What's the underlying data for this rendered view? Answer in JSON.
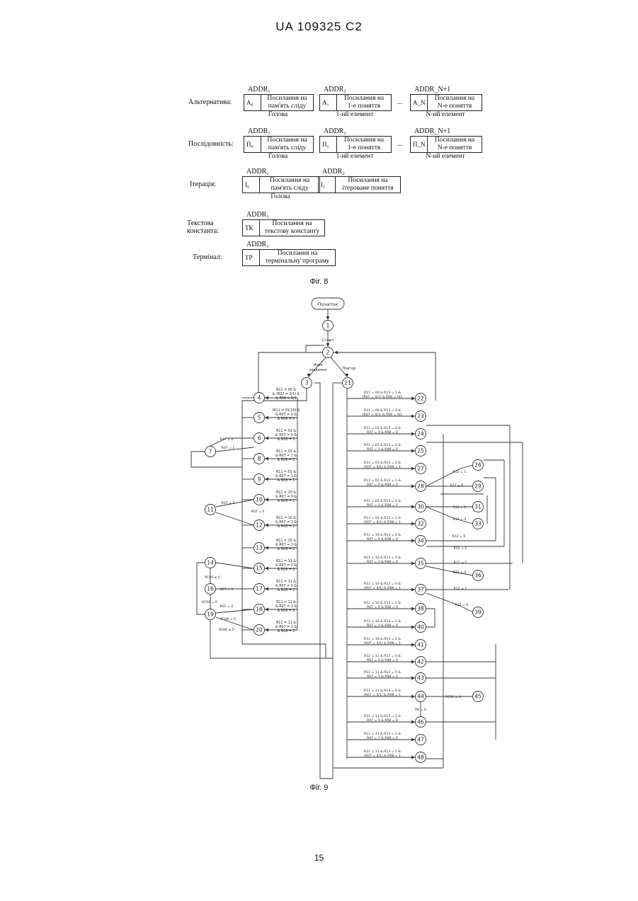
{
  "header": "UA   109325   C2",
  "fig8": {
    "caption": "Фіг. 8",
    "rows": [
      {
        "label": "Альтернатива:",
        "addrs": [
          "ADDR₁",
          "ADDR₂",
          "ADDR_N+1"
        ],
        "cells": [
          {
            "code": "A₀",
            "text1": "Посилання на",
            "text2": "пам'ять сліду",
            "under": "Голова"
          },
          {
            "code": "A₁",
            "text1": "Посилання на",
            "text2": "1-е поняття",
            "under": "1-ий елемент"
          },
          {
            "code": "A_N",
            "text1": "Посилання на",
            "text2": "N-е поняття",
            "under": "N-ий елемент"
          }
        ]
      },
      {
        "label": "Послідовність:",
        "addrs": [
          "ADDR₁",
          "ADDR₂",
          "ADDR_N+1"
        ],
        "cells": [
          {
            "code": "П₀",
            "text1": "Посилання на",
            "text2": "пам'ять сліду",
            "under": "Голова"
          },
          {
            "code": "П₁",
            "text1": "Посилання на",
            "text2": "1-е поняття",
            "under": "1-ий елемент"
          },
          {
            "code": "П_N",
            "text1": "Посилання на",
            "text2": "N-е поняття",
            "under": "N-ий елемент"
          }
        ]
      },
      {
        "label": "Ітерація:",
        "addrs": [
          "ADDR₁",
          "ADDR₂"
        ],
        "cells": [
          {
            "code": "I₀",
            "text1": "Посилання на",
            "text2": "пам'ять сліду",
            "under": "Голова"
          },
          {
            "code": "I₁",
            "text1": "Посилання на",
            "text2": "ітероване поняття",
            "under": ""
          }
        ]
      },
      {
        "label": "Текстова константа:",
        "addrs": [
          "ADDR₁"
        ],
        "cells": [
          {
            "code": "ТК",
            "text1": "Посилання на",
            "text2": "текстову константу",
            "under": ""
          }
        ]
      },
      {
        "label": "Термінал:",
        "addrs": [
          "ADDR₁"
        ],
        "cells": [
          {
            "code": "ТР",
            "text1": "Посилання на",
            "text2": "термінальну програму",
            "under": ""
          }
        ]
      }
    ],
    "dots": "..."
  },
  "fig9": {
    "caption": "Фіг. 9",
    "start": "Початок",
    "edge_labels": {
      "start": "Старт",
      "new": "Нове завдання",
      "repeat": "Повтор"
    },
    "left_conditions": [
      "R11 = 00 & (R07 = 0/1) & R08 = 0/1",
      "(R11 = 01/10) & R07 = 0 & R08 = 0",
      "R11 = 01 & R07 = 0 & R08 = 1",
      "R11 = 01 & R07 = 1 & R08 = 0",
      "R11 = 01 & R07 = 1 & R08 = 1",
      "R11 = 10 & R07 = 0 & R08 = 1",
      "R11 = 10 & R07 = 1 & R08 = 1",
      "R11 = 10 & R07 = 1 & R08 = 0",
      "R11 = 11 & R07 = 0 & R08 = 0",
      "R11 = 11 & R07 = 0 & R08 = 1",
      "R11 = 11 & R07 = 1 & R08 = 0",
      "R11 = 11 & R07 = 1 & R08 = 1"
    ],
    "side_labels": [
      "R07 = 0",
      "R07 = 1",
      "R07 = 1",
      "R07 = 0",
      "RC06 ≠ 0",
      "R07 = 1",
      "RC06 = 0",
      "R07 = 0",
      "RC06 = 0",
      "RC06 ≠ 0"
    ],
    "right_conditions": [
      "R11 = 00 & R13 = 1 & (R07 = 0/1) & R08 = 0/1",
      "R11 = 00 & R13 = 0 & (R07 = 0/1) & R08 = 0/1",
      "R11 = 01 & R13 = 0 & R07 = 0 & R08 = 0",
      "R11 = 01 & R13 = 0 & R07 = 1 & R08 = 0",
      "R11 = 01 & R13 = 0 & (R07 = 0/1) & R08 = 1",
      "R11 = 01 & R13 = 1 & R07 = 0 & R08 = 0",
      "R11 = 01 & R13 = 1 & R07 = 1 & R08 = 0",
      "R11 = 01 & R13 = 1 & (R07 = 0/1) & R08 = 1",
      "R11 = 10 & R13 = 0 & R07 = 0 & R08 = 0",
      "R11 = 10 & R13 = 0 & R07 = 1 & R08 = 0",
      "R11 = 10 & R13 = 0 & (R07 = 0/1) & R08 = 1",
      "R11 = 10 & R13 = 1 & R07 = 0 & R08 = 0",
      "R11 = 10 & R13 = 1 & R07 = 1 & R08 = 0",
      "R11 = 10 & R13 = 1 & (R07 = 0/1) & R08 = 1",
      "R11 = 11 & R13 = 0 & R07 = 0 & R08 = 0",
      "R11 = 11 & R13 = 0 & R07 = 1 & R08 = 0",
      "R11 = 11 & R13 = 0 & (R07 = 0/1) & R08 = 1",
      "R11 = 11 & R13 = 1 & R07 = 0 & R08 = 0",
      "R11 = 11 & R13 = 1 & R07 = 1 & R08 = 0",
      "R11 = 11 & R13 = 1 & (R07 = 0/1) & R08 = 1"
    ],
    "r12_labels": [
      "R12 = 1",
      "R12 = 0",
      "R12 = 1",
      "R12 = 0",
      "R12 = 0",
      "R12 = 1",
      "R12 = 1",
      "R12 = 0",
      "R12 = 1",
      "R12 = 0"
    ],
    "misc_labels": {
      "rc06_44": "RC06 ≠ 0",
      "r8_44": "R8 = 0"
    }
  },
  "page_number": "15"
}
